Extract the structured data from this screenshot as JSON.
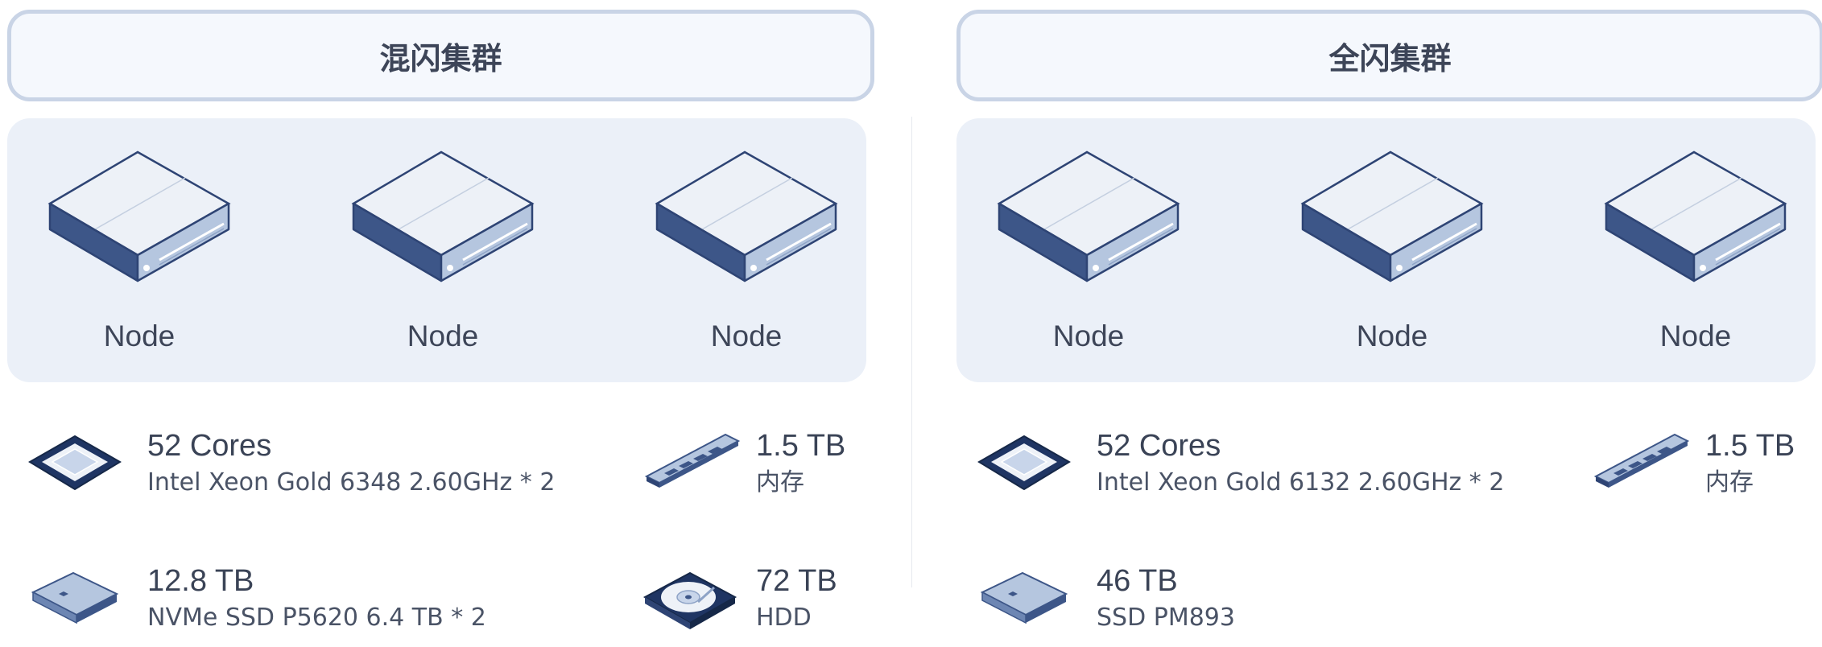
{
  "clusters": [
    {
      "title": "混闪集群",
      "nodes": [
        "Node",
        "Node",
        "Node"
      ],
      "cpu": {
        "value": "52 Cores",
        "desc": "Intel Xeon Gold 6348 2.60GHz * 2",
        "icon": "cpu-chip-icon"
      },
      "memory": {
        "value": "1.5 TB",
        "desc": "内存",
        "icon": "memory-stick-icon"
      },
      "ssd": {
        "value": "12.8 TB",
        "desc": "NVMe SSD P5620 6.4 TB * 2",
        "icon": "ssd-drive-icon"
      },
      "hdd": {
        "value": "72 TB",
        "desc": "HDD",
        "icon": "hard-disk-icon"
      }
    },
    {
      "title": "全闪集群",
      "nodes": [
        "Node",
        "Node",
        "Node"
      ],
      "cpu": {
        "value": "52 Cores",
        "desc": "Intel Xeon Gold 6132 2.60GHz * 2",
        "icon": "cpu-chip-icon"
      },
      "memory": {
        "value": "1.5 TB",
        "desc": "内存",
        "icon": "memory-stick-icon"
      },
      "ssd": {
        "value": "46 TB",
        "desc": "SSD PM893",
        "icon": "ssd-drive-icon"
      }
    }
  ],
  "colors": {
    "server_top": "#edf1f7",
    "server_dark": "#3d5688",
    "server_front": "#b5c6df",
    "outline": "#2e4474",
    "title_border": "#c9d4e6",
    "nodes_bg": "#ebf0f8"
  }
}
